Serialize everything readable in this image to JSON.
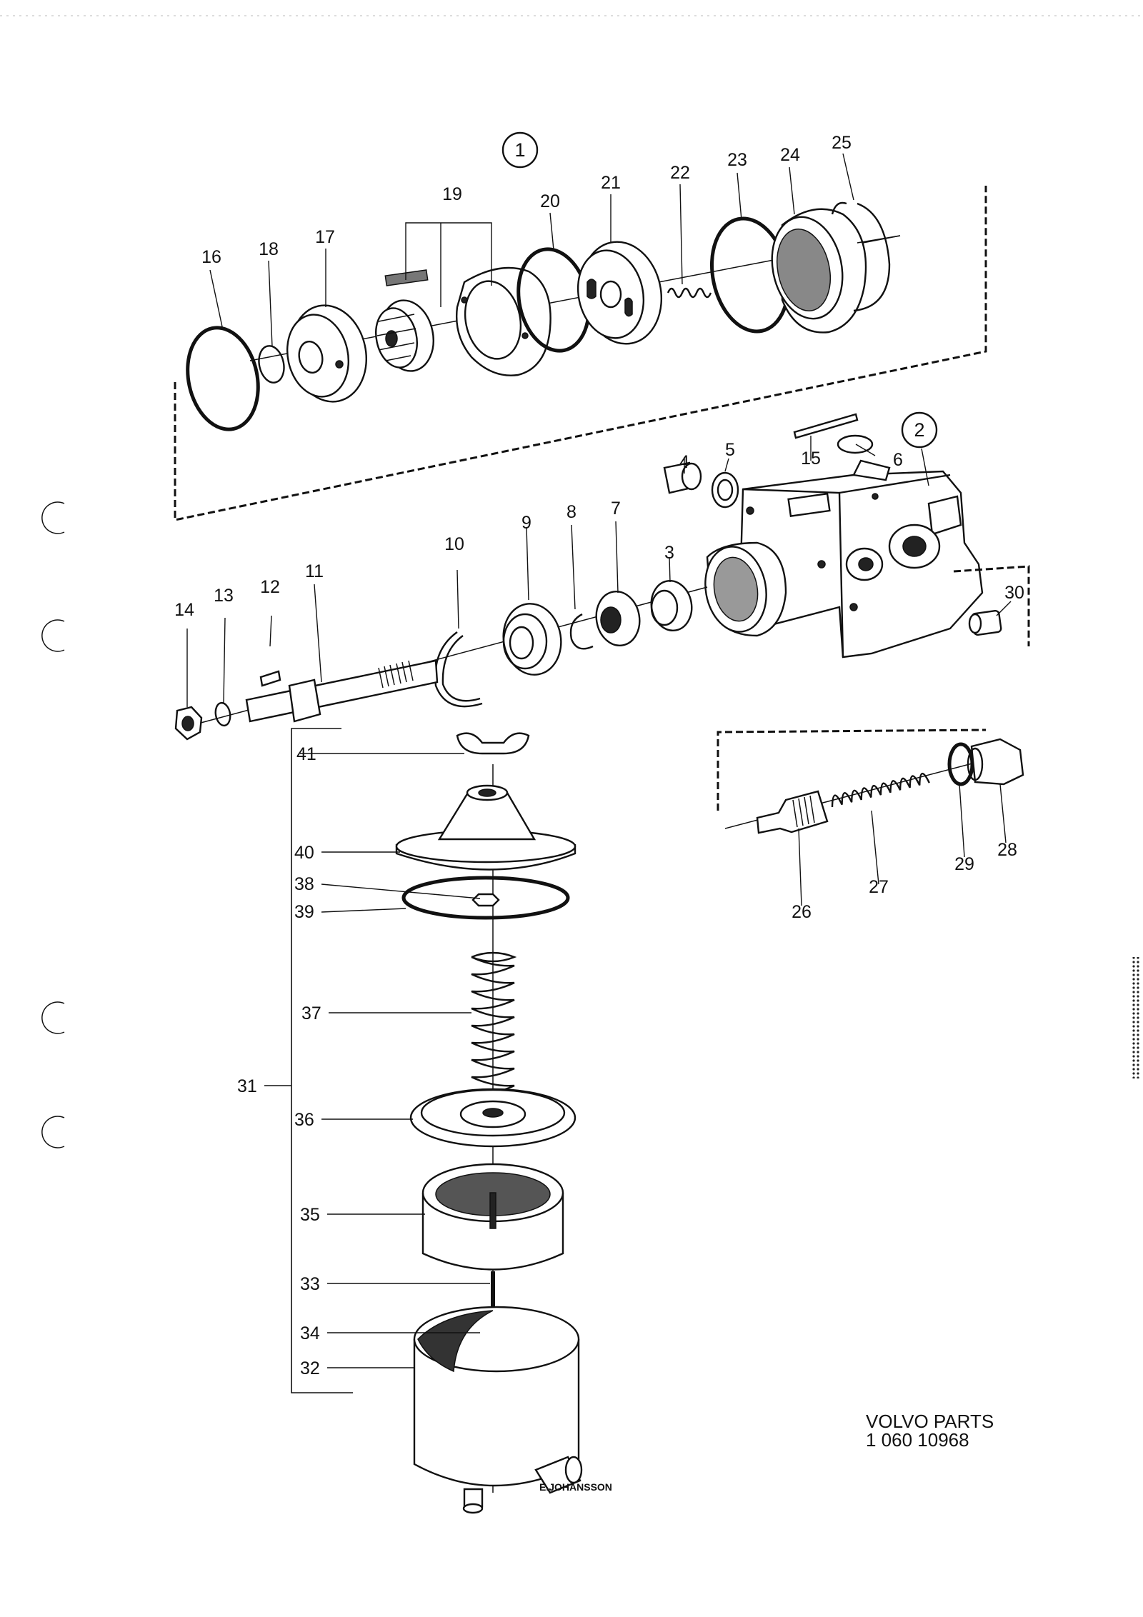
{
  "callouts": {
    "c1": "1",
    "c2": "2",
    "n3": "3",
    "n4": "4",
    "n5": "5",
    "n6": "6",
    "n7": "7",
    "n8": "8",
    "n9": "9",
    "n10": "10",
    "n11": "11",
    "n12": "12",
    "n13": "13",
    "n14": "14",
    "n15": "15",
    "n16": "16",
    "n17": "17",
    "n18": "18",
    "n19": "19",
    "n20": "20",
    "n21": "21",
    "n22": "22",
    "n23": "23",
    "n24": "24",
    "n25": "25",
    "n26": "26",
    "n27": "27",
    "n28": "28",
    "n29": "29",
    "n30": "30",
    "n31": "31",
    "n32": "32",
    "n33": "33",
    "n34": "34",
    "n35": "35",
    "n36": "36",
    "n37": "37",
    "n38": "38",
    "n39": "39",
    "n40": "40",
    "n41": "41"
  },
  "footer": {
    "brand_line": "VOLVO PARTS",
    "number_line": "1 060  10968"
  },
  "credit": "E.JOHANSSON"
}
